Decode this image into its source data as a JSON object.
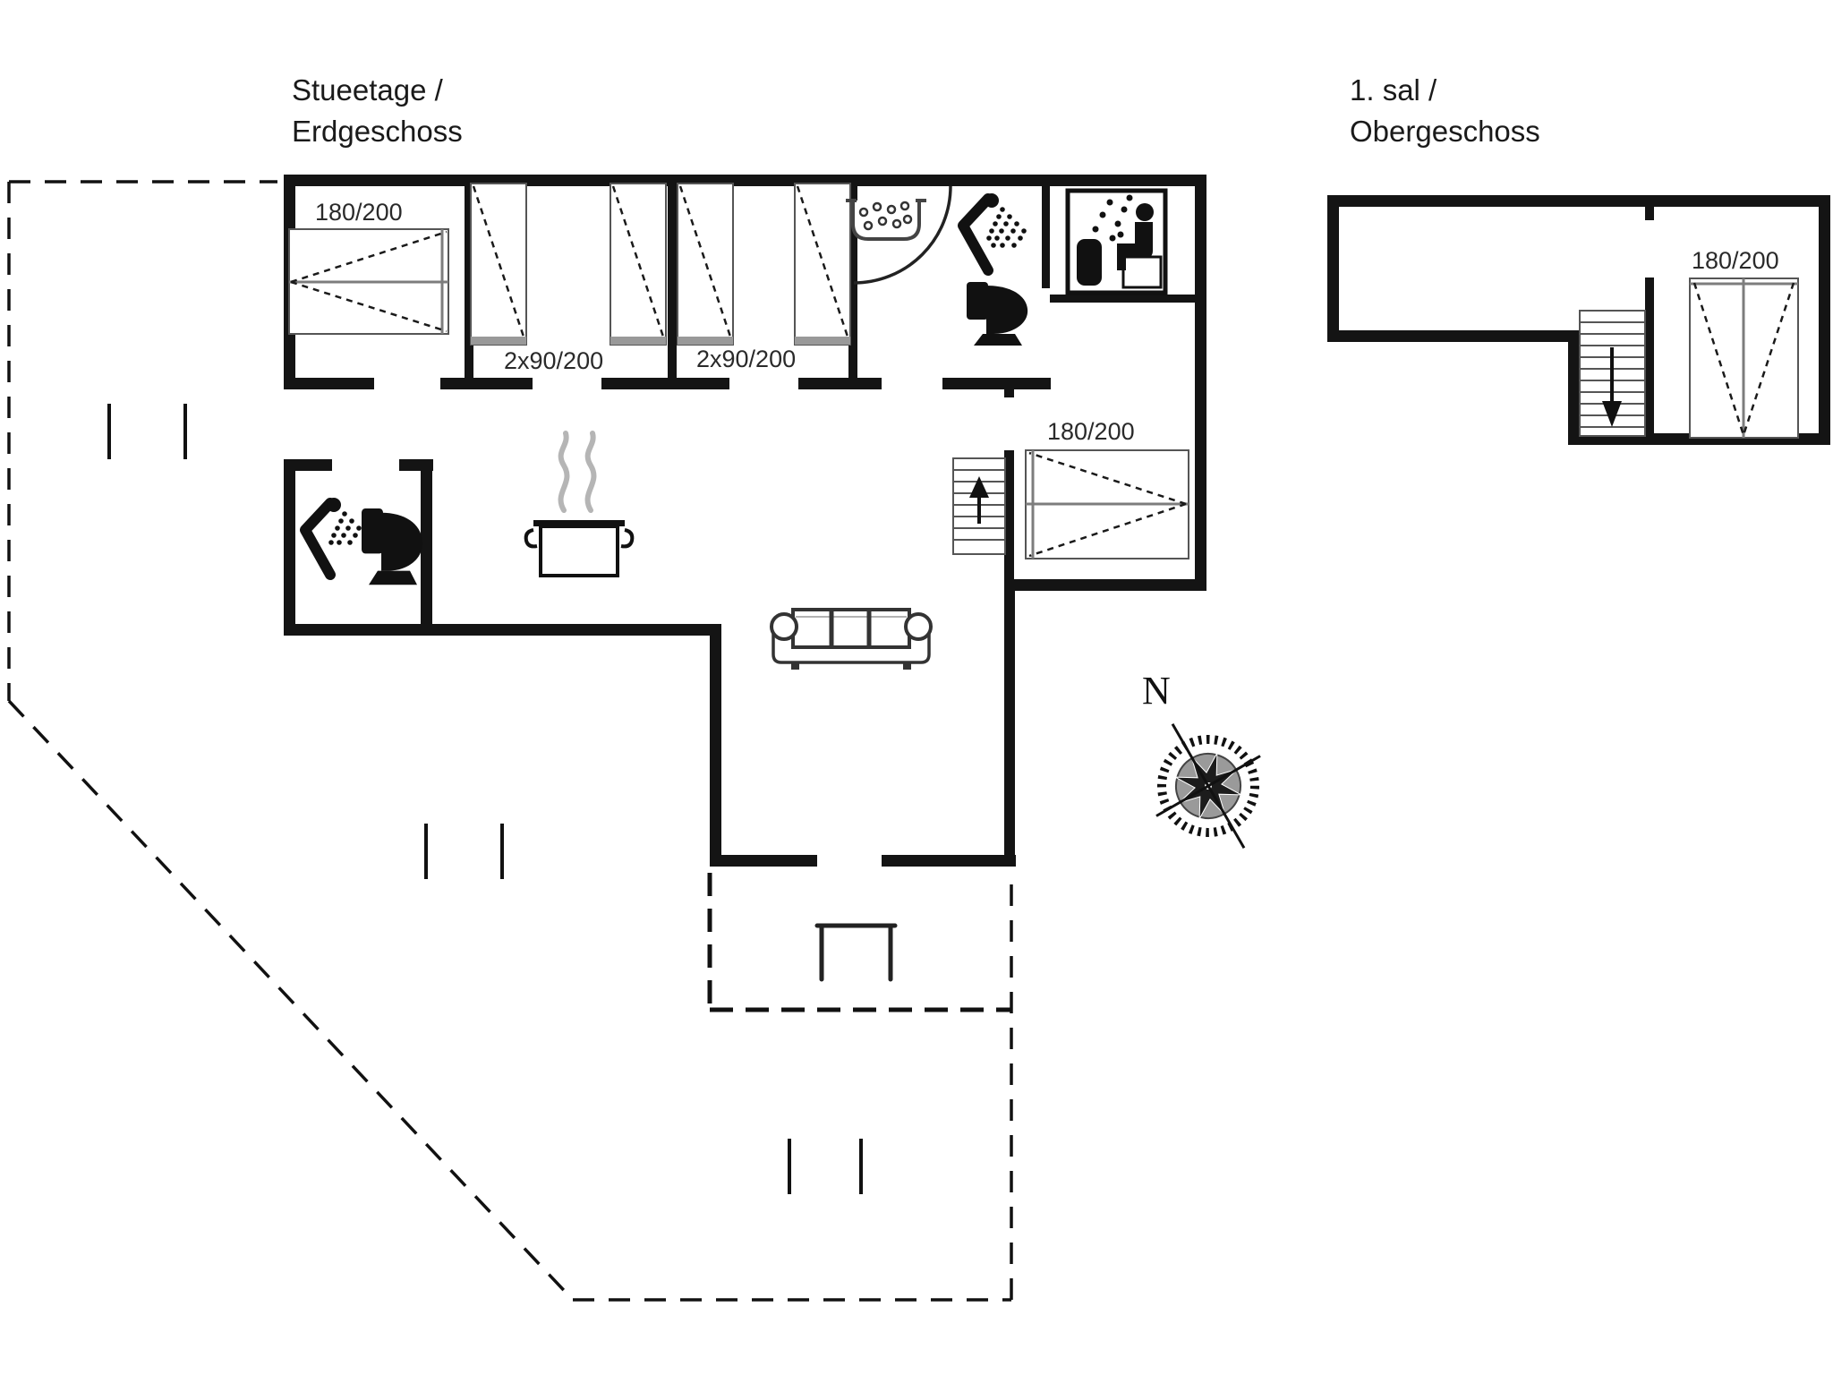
{
  "ground_floor": {
    "title_line1": "Stueetage /",
    "title_line2": "Erdgeschoss",
    "rooms": {
      "bedroom1": {
        "bed_label": "180/200"
      },
      "bedroom2": {
        "bed_label": "2x90/200"
      },
      "bedroom3": {
        "bed_label": "2x90/200"
      },
      "bedroom4": {
        "bed_label": "180/200"
      }
    }
  },
  "upper_floor": {
    "title_line1": "1. sal /",
    "title_line2": "Obergeschoss",
    "rooms": {
      "bedroom5": {
        "bed_label": "180/200"
      }
    }
  },
  "compass": {
    "north_label": "N"
  },
  "icons": {
    "shower": "shower-icon",
    "toilet": "toilet-icon",
    "washbasin": "washbasin-icon",
    "sauna": "sauna-icon",
    "cooking_pot": "cooking-pot-icon",
    "sofa": "sofa-icon",
    "stairs_up": "stairs-up-icon",
    "stairs_down": "stairs-down-icon",
    "compass_rose": "compass-rose-icon",
    "grill": "grill-icon",
    "bed": "bed-symbol"
  },
  "colors": {
    "wall": "#141414",
    "line_grey": "#7d7d7d",
    "steam_grey": "#b5b5b5",
    "background": "#ffffff"
  }
}
